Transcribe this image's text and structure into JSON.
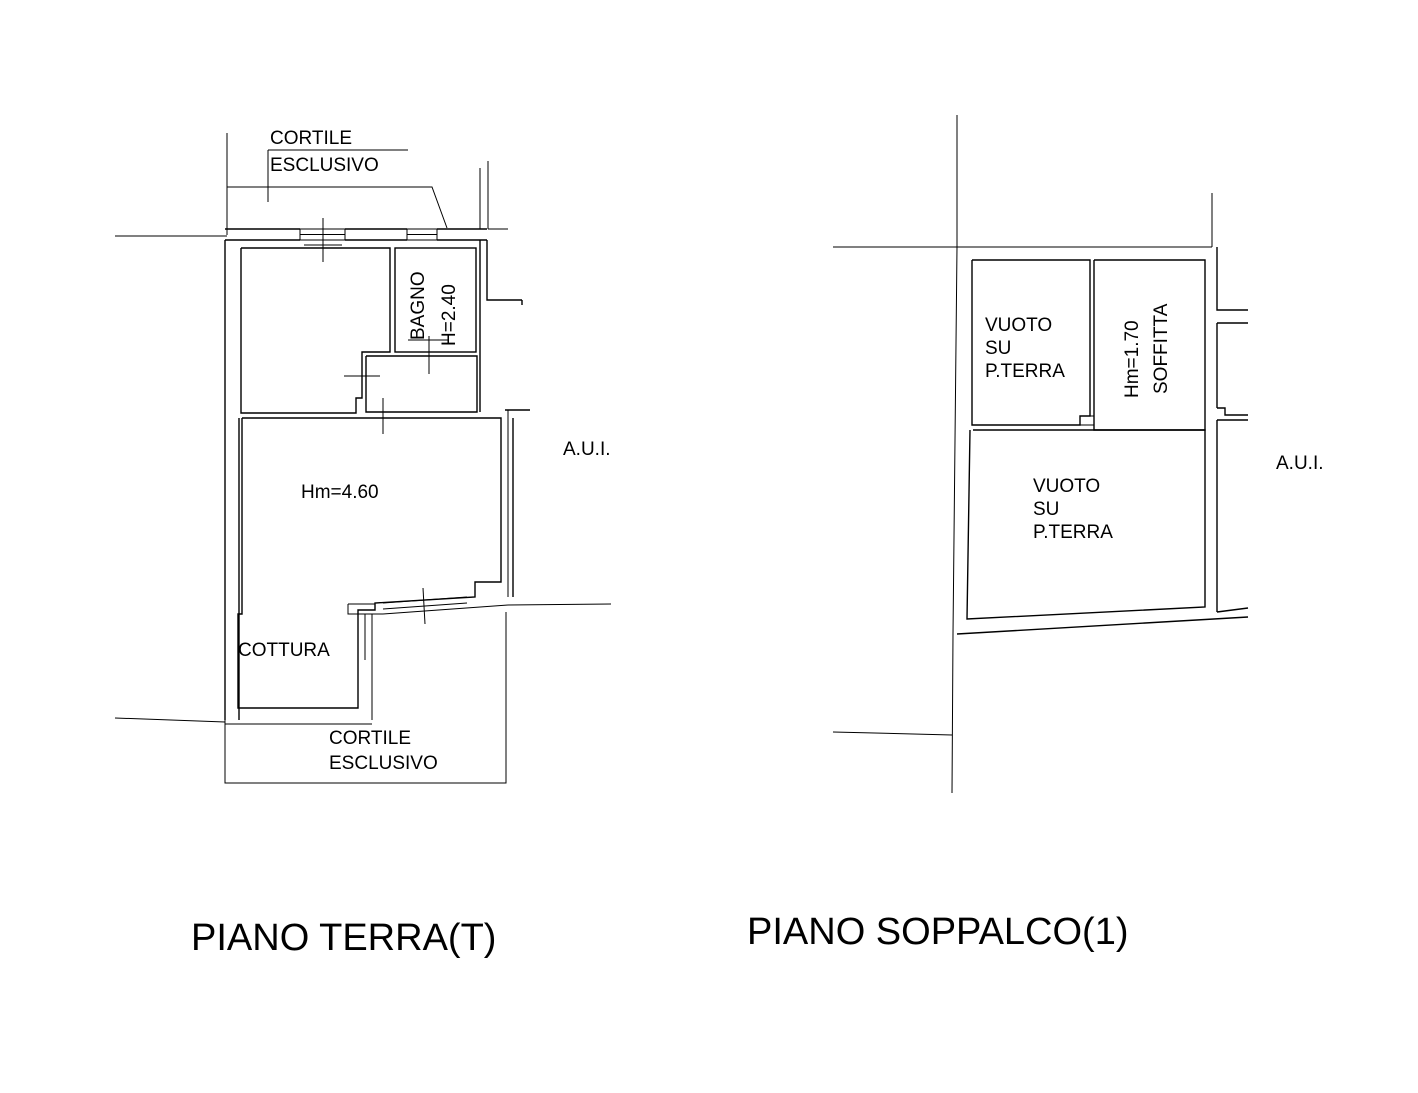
{
  "ground_floor": {
    "title": "PIANO TERRA(T)",
    "courtyard_top": {
      "line1": "CORTILE",
      "line2": "ESCLUSIVO"
    },
    "bathroom": {
      "name": "BAGNO",
      "height": "H=2.40"
    },
    "main_room_height": "Hm=4.60",
    "kitchen": "COTTURA",
    "courtyard_bottom": {
      "line1": "CORTILE",
      "line2": "ESCLUSIVO"
    },
    "neighbor": "A.U.I."
  },
  "mezzanine_floor": {
    "title": "PIANO SOPPALCO(1)",
    "void_upper": {
      "line1": "VUOTO",
      "line2": "SU",
      "line3": "P.TERRA"
    },
    "attic": {
      "height": "Hm=1.70",
      "name": "SOFFITTA"
    },
    "void_lower": {
      "line1": "VUOTO",
      "line2": "SU",
      "line3": "P.TERRA"
    },
    "neighbor": "A.U.I."
  }
}
